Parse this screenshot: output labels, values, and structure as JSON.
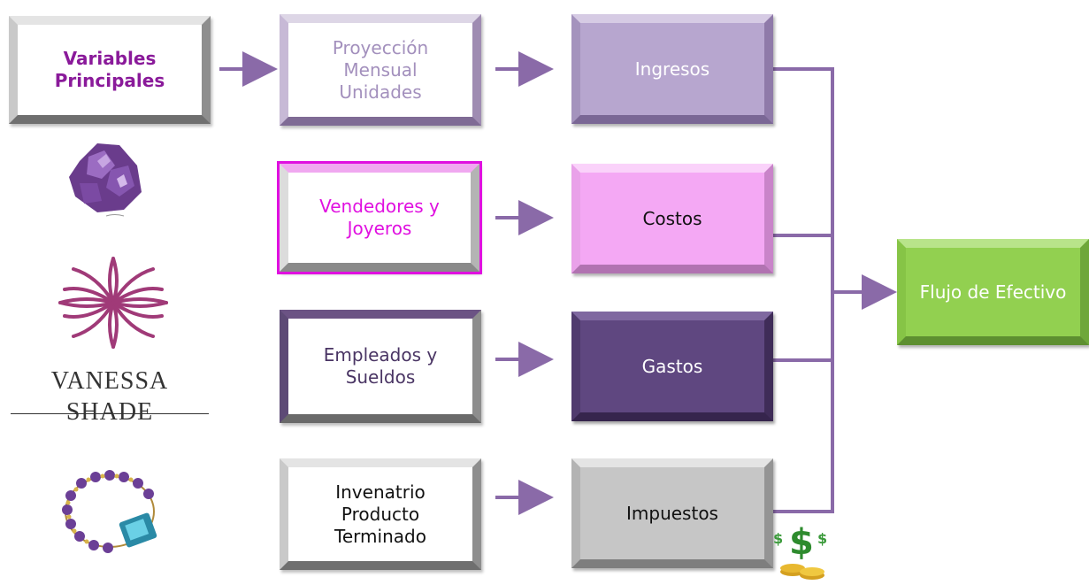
{
  "colors": {
    "purple_text": "#8a1a9a",
    "magenta_text": "#e010e0",
    "lavender_text": "#a390bd",
    "dark_text": "#4a3564",
    "white_text": "#ffffff",
    "black_text": "#111111",
    "connector": "#8a6aa8",
    "green_box": "#92d050"
  },
  "column1": {
    "variables": "Variables\nPrincipales"
  },
  "column2": {
    "proyeccion": "Proyección\nMensual\nUnidades",
    "vendedores": "Vendedores y\nJoyeros",
    "empleados": "Empleados y\nSueldos",
    "inventario": "Invenatrio\nProducto\nTerminado"
  },
  "column3": {
    "ingresos": "Ingresos",
    "costos": "Costos",
    "gastos": "Gastos",
    "impuestos": "Impuestos"
  },
  "result": {
    "flujo": "Flujo de Efectivo"
  },
  "logo": {
    "brand": "VANESSA SHADE"
  },
  "images": {
    "amethyst": "amethyst-crystal",
    "bracelet": "amethyst-bracelet",
    "money": "money-icon"
  }
}
